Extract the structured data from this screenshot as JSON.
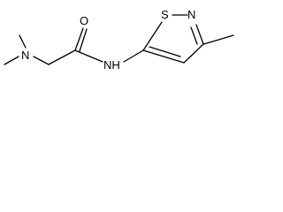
{
  "molecule": {
    "atoms": {
      "amine_n": "N",
      "carbonyl_o": "O",
      "amide_nh": "NH",
      "ring_s": "S",
      "ring_n": "N"
    }
  }
}
